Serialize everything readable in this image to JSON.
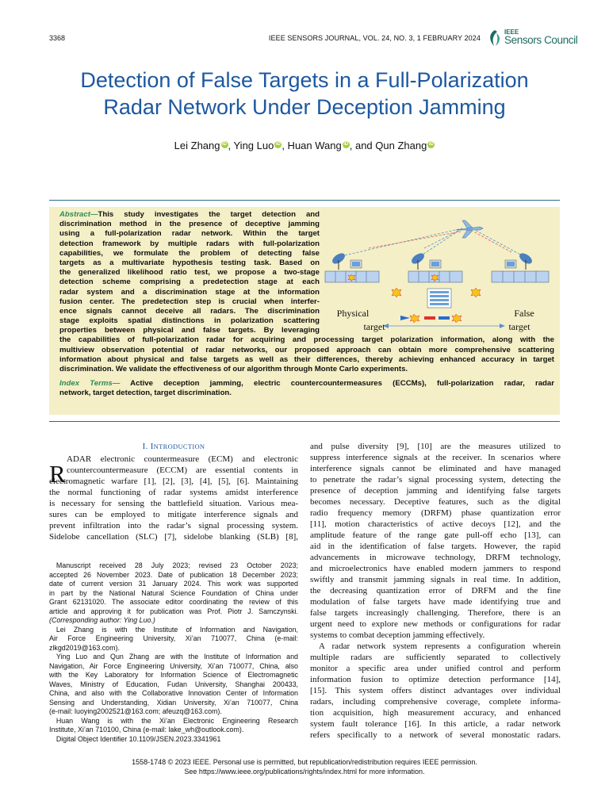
{
  "header": {
    "page_number": "3368",
    "journal": "IEEE SENSORS JOURNAL, VOL. 24, NO. 3, 1 FEBRUARY 2024",
    "logo_top": "IEEE",
    "logo_main": "Sensors Council"
  },
  "title": {
    "line1": "Detection of False Targets in a Full-Polarization",
    "line2": "Radar Network Under Deception Jamming"
  },
  "authors": [
    "Lei Zhang",
    ", Ying Luo",
    ", Huan Wang",
    ", and Qun Zhang"
  ],
  "abstract": {
    "label": "Abstract—",
    "lines_narrow": [
      "This study investigates the target detection and",
      "discrimination method in the presence of deceptive jamming",
      "using a full-polarization radar network. Within the target",
      "detection framework by multiple radars with full-polarization",
      "capabilities, we formulate the problem of detecting false",
      "targets as a multivariate hypothesis testing task. Based on",
      "the generalized likelihood ratio test, we propose a two-stage",
      "detection scheme comprising a predetection stage at each",
      "radar system and a discrimination stage at the information",
      "fusion center. The predetection step is crucial when interfer-",
      "ence signals cannot deceive all radars. The discrimination",
      "stage exploits spatial distinctions in polarization scattering",
      "properties between physical and false targets. By leveraging"
    ],
    "lines_full": [
      "the capabilities of full-polarization radar for acquiring and processing target polarization information, along with the",
      "multiview observation potential of radar networks, our proposed approach can obtain more comprehensive scattering",
      "information about physical and false targets as well as their differences, thereby achieving enhanced accuracy in target",
      "discrimination. We validate the effectiveness of our algorithm through Monte Carlo experiments."
    ],
    "index_label": "Index Terms—",
    "index_line1": " Active deception jamming, electric countercountermeasures (ECCMs), full-polarization radar, radar",
    "index_line2": "network, target detection, target discrimination."
  },
  "figure": {
    "physical_label_1": "Physical",
    "physical_label_2": "target",
    "false_label_1": "False",
    "false_label_2": "target"
  },
  "intro": {
    "section_num": "I. I",
    "section_rest": "NTRODUCTION",
    "dropcap": "R",
    "left_lines": [
      "ADAR electronic countermeasure (ECM) and electronic",
      "countercountermeasure (ECCM) are essential contents in",
      "electromagnetic warfare [1], [2], [3], [4], [5], [6]. Maintaining",
      "the normal functioning of radar systems amidst interference",
      "is necessary for sensing the battlefield situation. Various mea-",
      "sures can be employed to mitigate interference signals and",
      "prevent infiltration into the radar’s signal processing system.",
      "Sidelobe cancellation (SLC) [7], sidelobe blanking (SLB) [8],"
    ],
    "right_lines": [
      "and pulse diversity [9], [10] are the measures utilized to",
      "suppress interference signals at the receiver. In scenarios where",
      "interference signals cannot be eliminated and have managed",
      "to penetrate the radar’s signal processing system, detecting the",
      "presence of deception jamming and identifying false targets",
      "becomes necessary. Deceptive features, such as the digital",
      "radio frequency memory (DRFM) phase quantization error",
      "[11], motion characteristics of active decoys [12], and the",
      "amplitude feature of the range gate pull-off echo [13], can",
      "aid in the identification of false targets. However, the rapid",
      "advancements in microwave technology, DRFM technology,",
      "and microelectronics have enabled modern jammers to respond",
      "swiftly and transmit jamming signals in real time. In addition,",
      "the decreasing quantization error of DRFM and the fine",
      "modulation of false targets have made identifying true and",
      "false targets increasingly challenging. Therefore, there is an",
      "urgent need to explore new methods or configurations for radar",
      "systems to combat deception jamming effectively.",
      " A radar network system represents a configuration wherein",
      "multiple radars are sufficiently separated to collectively",
      "monitor a specific area under unified control and perform",
      "information fusion to optimize detection performance [14],",
      "[15]. This system offers distinct advantages over individual",
      "radars, including comprehensive coverage, complete informa-",
      "tion acquisition, high measurement accuracy, and enhanced",
      "system fault tolerance [16]. In this article, a radar network",
      "refers specifically to a network of several monostatic radars."
    ]
  },
  "footnote": {
    "lines": [
      " Manuscript received 28 July 2023; revised 23 October 2023;",
      "accepted 26 November 2023. Date of publication 18 December 2023;",
      "date of current version 31 January 2024. This work was supported",
      "in part by the National Natural Science Foundation of China under",
      "Grant 62131020. The associate editor coordinating the review of this",
      "article and approving it for publication was Prof. Piotr J. Samczynski."
    ],
    "corresponding": "(Corresponding author: Ying Luo.)",
    "lines2": [
      " Lei Zhang is with the Institute of Information and Navigation,",
      "Air Force Engineering University, Xi’an 710077, China (e-mail:",
      "zlkgd2019@163.com).",
      " Ying Luo and Qun Zhang are with the Institute of Information and",
      "Navigation, Air Force Engineering University, Xi’an 710077, China, also",
      "with the Key Laboratory for Information Science of Electromagnetic",
      "Waves, Ministry of Education, Fudan University, Shanghai 200433,",
      "China, and also with the Collaborative Innovation Center of Information",
      "Sensing and Understanding, Xidian University, Xi’an 710077, China",
      "(e-mail: luoying2002521@163.com; afeuzq@163.com).",
      " Huan Wang is with the Xi’an Electronic Engineering Research",
      "Institute, Xi’an 710100, China (e-mail: lake_wh@outlook.com).",
      " Digital Object Identifier 10.1109/JSEN.2023.3341961"
    ]
  },
  "bottom": {
    "line1": "1558-1748 © 2023 IEEE. Personal use is permitted, but republication/redistribution requires IEEE permission.",
    "line2": "See https://www.ieee.org/publications/rights/index.html for more information."
  },
  "colors": {
    "title_blue": "#1c58a0",
    "abstract_bg": "#f4efc6",
    "label_green": "#2f8a56",
    "orcid_green": "#a6ce39"
  }
}
